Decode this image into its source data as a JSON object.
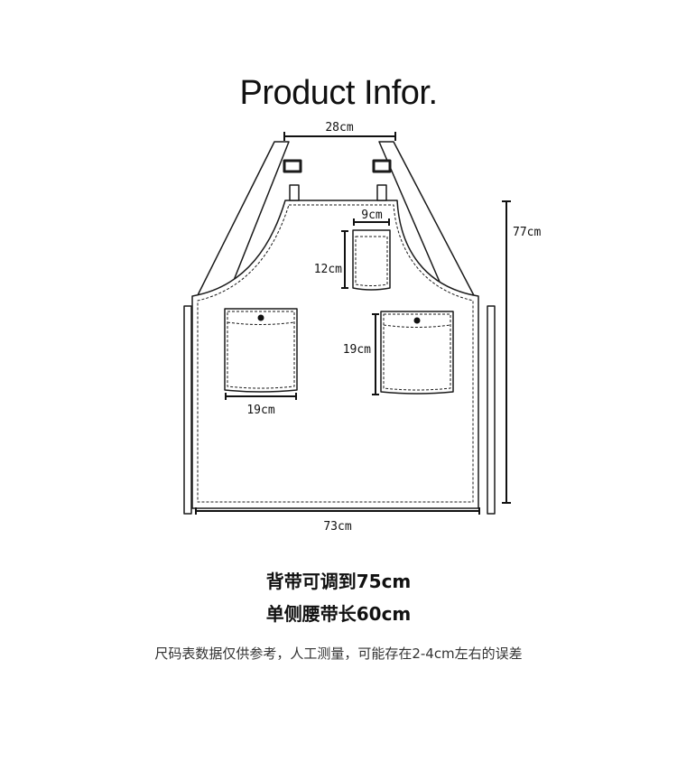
{
  "title": "Product Infor.",
  "dimensions": {
    "strap_width": "28cm",
    "chest_pocket_width": "9cm",
    "chest_pocket_height": "12cm",
    "total_length": "77cm",
    "left_pocket_width": "19cm",
    "right_pocket_height": "19cm",
    "apron_width": "73cm"
  },
  "notes": {
    "neck_strap": "背带可调到75cm",
    "waist_strap": "单侧腰带长60cm",
    "disclaimer": "尺码表数据仅供参考，人工测量，可能存在2-4cm左右的误差"
  }
}
